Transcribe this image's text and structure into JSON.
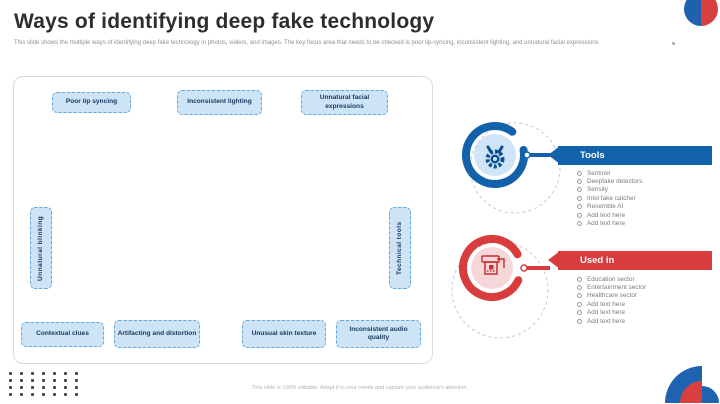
{
  "slide": {
    "title": "Ways of identifying deep fake technology",
    "subtitle": "This slide shows the multiple ways of identifying deep fake technology in photos, videos, and images. The key focus area that needs to be checked is poor lip-syncing, inconsistent lighting, and unnatural facial expressions",
    "footer": "This slide is 100% editable. Adapt it to your needs and capture your audience's attention."
  },
  "diagram": {
    "top_labels": [
      "Poor lip syncing",
      "Inconsistent lighting",
      "Unnatural facial expressions"
    ],
    "left_label": "Unnatural blinking",
    "right_label": "Technical tools",
    "bottom_labels": [
      "Contextual clues",
      "Artifacting and distortion",
      "Unusual skin texture",
      "Inconsistent audio quality"
    ]
  },
  "tools": {
    "header": "Tools",
    "icon": "gear-tools-icon",
    "items": [
      "Sentinel",
      "Deepfake detectors",
      "Sensity",
      "Intel fake catcher",
      "Resemble AI",
      "Add text here",
      "Add text here"
    ]
  },
  "used_in": {
    "header": "Used in",
    "icon": "machine-printer-icon",
    "items": [
      "Education sector",
      "Entertainment sector",
      "Healthcare sector",
      "Add text here",
      "Add text here",
      "Add text here"
    ]
  },
  "colors": {
    "accent_blue": "#1161ab",
    "accent_red": "#d83c3c",
    "label_fill": "#cde4f7",
    "label_border": "#64a5dc",
    "label_text": "#17375e",
    "shirt_blue": "#45a7f0"
  }
}
